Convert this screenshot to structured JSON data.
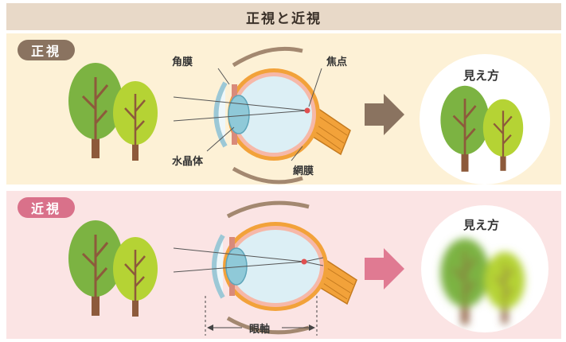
{
  "title": "正視と近視",
  "normal": {
    "tag": "正視",
    "labels": {
      "cornea": "角膜",
      "focal_point": "焦点",
      "lens": "水晶体",
      "retina": "網膜"
    },
    "view_label": "見え方"
  },
  "myopia": {
    "tag": "近視",
    "view_label": "見え方",
    "axis_label": "眼軸"
  },
  "colors": {
    "title_bg": "#e8d9c8",
    "normal_bg": "#fdf1d6",
    "myopia_bg": "#fbe4e4",
    "normal_tag": "#8a7360",
    "myopia_tag": "#d9718a",
    "normal_arrow": "#8a7360",
    "myopia_arrow": "#e07a92",
    "tree_dark": "#7cb342",
    "tree_light": "#b5d334",
    "trunk": "#8d5a3b",
    "sclera": "#f2a23a",
    "vitreous": "#dceff5",
    "lens": "#8fc9d8"
  }
}
